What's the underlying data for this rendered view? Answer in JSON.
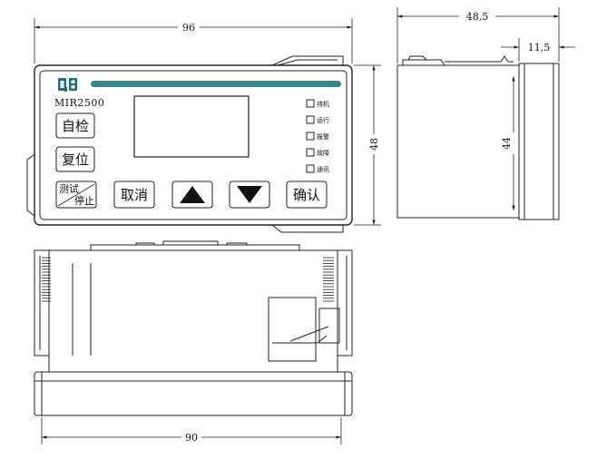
{
  "front_view": {
    "logo_text": "QB",
    "model": "MIR2500",
    "buttons": {
      "self_test": "自检",
      "reset": "复位",
      "test": "测试",
      "stop": "停止",
      "cancel": "取消",
      "confirm": "确认"
    },
    "indicators": [
      "待机",
      "运行",
      "报警",
      "故障",
      "通讯"
    ],
    "colors": {
      "accent_bar": "#2b8a93",
      "logo": "#1f6f78",
      "outline": "#222222"
    }
  },
  "dimensions": {
    "front_width": "96",
    "front_height": "48",
    "side_depth": "48,5",
    "side_flange": "11,5",
    "side_height": "44",
    "bottom_width": "90"
  },
  "icons": {
    "up": "triangle-up-icon",
    "down": "triangle-down-icon"
  }
}
